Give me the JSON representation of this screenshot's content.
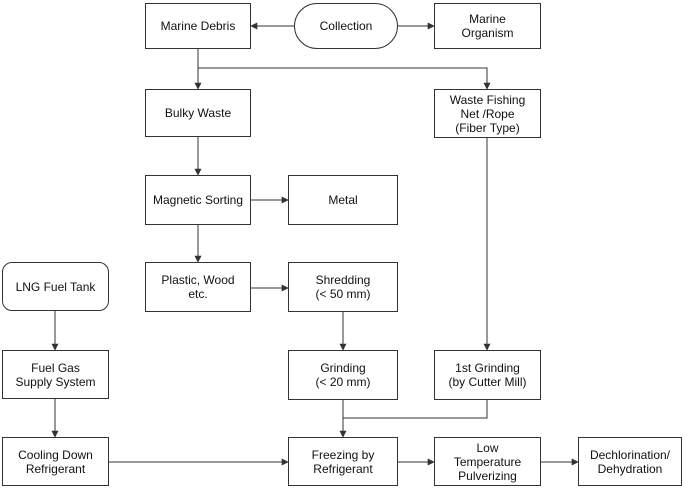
{
  "nodes": {
    "collection": "Collection",
    "marine_debris": "Marine Debris",
    "marine_organism": "Marine\nOrganism",
    "bulky_waste": "Bulky Waste",
    "waste_fishing_net": "Waste Fishing\nNet /Rope\n(Fiber Type)",
    "magnetic_sorting": "Magnetic Sorting",
    "metal": "Metal",
    "plastic_wood": "Plastic, Wood\netc.",
    "shredding": "Shredding\n(< 50 mm)",
    "lng_fuel_tank": "LNG Fuel Tank",
    "fuel_gas_supply": "Fuel Gas\nSupply System",
    "grinding": "Grinding\n(< 20 mm)",
    "first_grinding": "1st Grinding\n(by Cutter Mill)",
    "cooling_down": "Cooling Down\nRefrigerant",
    "freezing": "Freezing by\nRefrigerant",
    "low_temp_pulverizing": "Low\nTemperature\nPulverizing",
    "dechlorination": "Dechlorination/\nDehydration"
  },
  "colors": {
    "line": "#333333",
    "border": "#333333",
    "text": "#111111"
  }
}
